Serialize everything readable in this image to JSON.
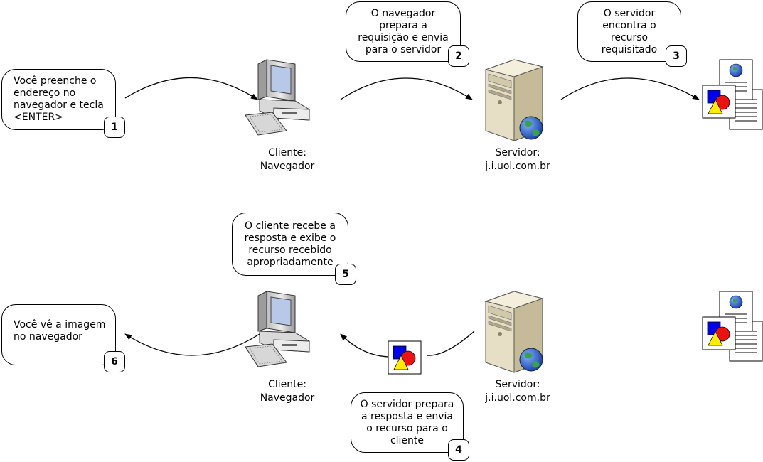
{
  "steps": [
    {
      "number": "1",
      "text": "Você preenche o endereço no navegador e tecla <ENTER>"
    },
    {
      "number": "2",
      "text": "O navegador prepara a requisição e envia para o servidor"
    },
    {
      "number": "3",
      "text": "O servidor encontra o recurso requisitado"
    },
    {
      "number": "4",
      "text": "O servidor prepara a resposta e envia o recurso para o cliente"
    },
    {
      "number": "5",
      "text": "O cliente recebe a resposta e exibe o recurso recebido apropriadamente"
    },
    {
      "number": "6",
      "text": "Você vê a imagem no navegador"
    }
  ],
  "client_label": {
    "line1": "Cliente:",
    "line2": "Navegador"
  },
  "server_label": {
    "line1": "Servidor:",
    "line2": "j.i.uol.com.br"
  },
  "colors": {
    "stroke": "#000000",
    "shape_blue": "#0000ee",
    "shape_red": "#ee1111",
    "shape_yellow": "#ffee00",
    "server_beige": "#d8d0b4",
    "screen_blue": "#b8c8e8",
    "globe_blue": "#2a5bd7",
    "globe_green": "#3aa14a"
  }
}
